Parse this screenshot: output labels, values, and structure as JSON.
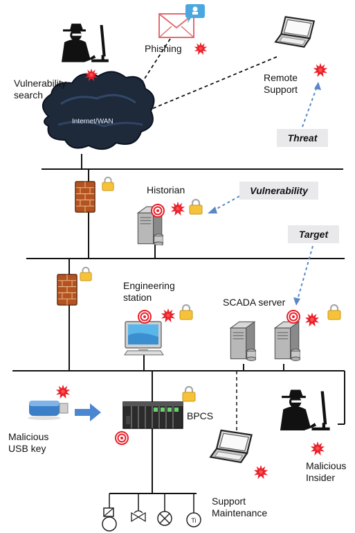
{
  "labels": {
    "vulnerability_search": "Vulnerability\nsearch",
    "phishing": "Phishing",
    "remote_support": "Remote\nSupport",
    "internet_wan": "Internet/WAN",
    "historian": "Historian",
    "engineering_station": "Engineering\nstation",
    "scada_server": "SCADA server",
    "bpcs": "BPCS",
    "malicious_usb_key": "Malicious\nUSB key",
    "support_maintenance": "Support\nMaintenance",
    "malicious_insider": "Malicious\nInsider",
    "ti_symbol": "Ti"
  },
  "legend_tags": {
    "threat": "Threat",
    "vulnerability": "Vulnerability",
    "target": "Target"
  },
  "colors": {
    "line": "#111111",
    "arrow_dashed_blue": "#5b87c5",
    "threat_red": "#e8202a",
    "lock_yellow": "#f6c23a",
    "firewall_brown": "#b4531f",
    "cloud_dark": "#1e2a3a",
    "usb_blue": "#3c7fc7",
    "arrow_blue": "#4b86d1"
  }
}
